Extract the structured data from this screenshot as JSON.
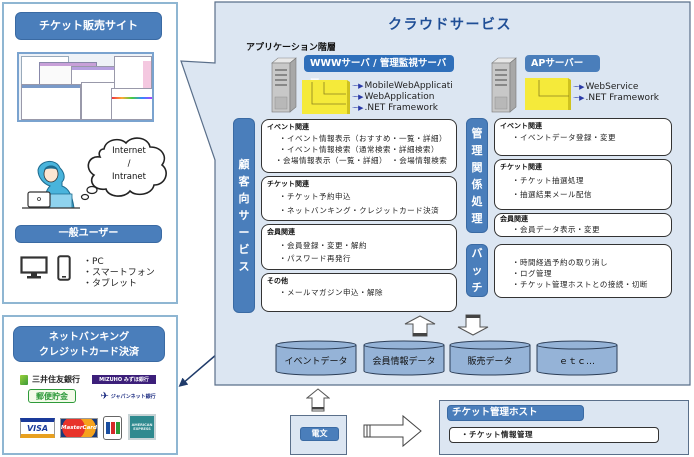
{
  "left_panel": {
    "site_title": "チケット販売サイト",
    "cloud_bubble": {
      "line1": "Internet",
      "line2": "/",
      "line3": "Intranet"
    },
    "user_title": "一般ユーザー",
    "devices": [
      "・PC",
      "・スマートフォン",
      "・タブレット"
    ],
    "device_icons": [
      "monitor-icon",
      "smartphone-icon"
    ]
  },
  "payment_panel": {
    "title_line1": "ネットバンキング",
    "title_line2": "クレジットカード決済",
    "banks": [
      "三井住友銀行",
      "MIZUHO みずほ銀行",
      "郵便貯金",
      "ジャパンネット銀行"
    ],
    "cards": [
      "VISA",
      "MasterCard",
      "JCB",
      "AMERICAN EXPRESS"
    ]
  },
  "cloud": {
    "title": "クラウドサービス",
    "layer_label": "アプリケーション階層",
    "www_server": {
      "title": "WWWサーバ / 管理監視サーバー",
      "frameworks": [
        "MobileWebApplicati",
        "WebApplication",
        ".NET Framework"
      ]
    },
    "ap_server": {
      "title": "APサーバー",
      "frameworks": [
        "WebService",
        ".NET Framework"
      ]
    },
    "customer_services": {
      "label": [
        "顧",
        "客",
        "向",
        "サ",
        "ー",
        "ビ",
        "ス"
      ],
      "groups": [
        {
          "heading": "イベント関連",
          "items": [
            "・イベント情報表示（おすすめ・一覧・詳細）",
            "・イベント情報検索（通常検索・詳細検索）",
            "・会場情報表示（一覧・詳細）　・会場情報検索"
          ]
        },
        {
          "heading": "チケット関連",
          "items": [
            "・チケット予約申込",
            "・ネットバンキング・クレジットカード決済"
          ]
        },
        {
          "heading": "会員関連",
          "items": [
            "・会員登録・変更・解約",
            "・パスワード再発行"
          ]
        },
        {
          "heading": "その他",
          "items": [
            "・メールマガジン申込・解除"
          ]
        }
      ]
    },
    "admin_processing": {
      "label": [
        "管",
        "理",
        "関",
        "係",
        "処",
        "理"
      ],
      "groups": [
        {
          "heading": "イベント関連",
          "items": [
            "・イベントデータ登録・変更"
          ]
        },
        {
          "heading": "チケット関連",
          "items": [
            "・チケット抽選処理",
            "・抽選結果メール配信"
          ]
        },
        {
          "heading": "会員関連",
          "items": [
            "・会員データ表示・変更"
          ]
        }
      ]
    },
    "batch": {
      "label": [
        "バ",
        "ッ",
        "チ"
      ],
      "items": [
        "・時間経過予約の取り消し",
        "・ログ管理",
        "・チケット管理ホストとの接続・切断"
      ]
    },
    "databases": [
      "イベントデータ",
      "会員情報データ",
      "販売データ",
      "ｅｔｃ…"
    ]
  },
  "message_box": {
    "label": "電文"
  },
  "ticket_host": {
    "title": "チケット管理ホスト",
    "items": [
      "・チケット情報管理"
    ]
  },
  "colors": {
    "accent_blue": "#4a7ebb",
    "panel_bg": "#dce6f2",
    "panel_border": "#8fb6d2",
    "framework_yellow": "#f5ea3a",
    "db_fill": "#95b3d7"
  }
}
